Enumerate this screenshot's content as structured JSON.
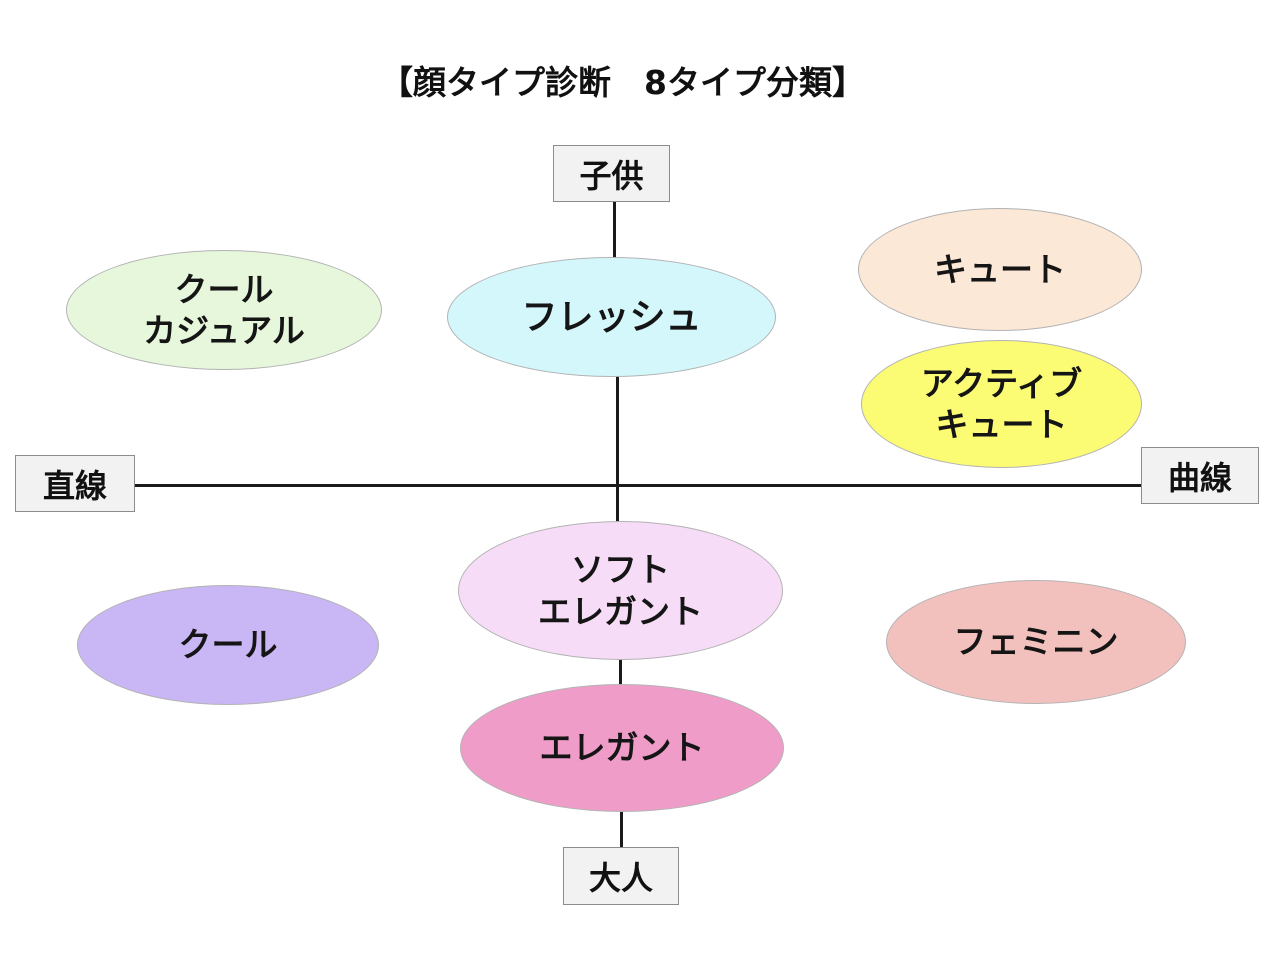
{
  "title": "【顔タイプ診断　8タイプ分類】",
  "axes": {
    "top": "子供",
    "bottom": "大人",
    "left": "直線",
    "right": "曲線"
  },
  "types": {
    "cool_casual": {
      "line1": "クール",
      "line2": "カジュアル",
      "color": "#e6f7dc"
    },
    "fresh": {
      "line1": "フレッシュ",
      "color": "#d3f7fb"
    },
    "cute": {
      "line1": "キュート",
      "color": "#fbe8d6"
    },
    "active_cute": {
      "line1": "アクティブ",
      "line2": "キュート",
      "color": "#fbfb74"
    },
    "soft_elegant": {
      "line1": "ソフト",
      "line2": "エレガント",
      "color": "#f7dcf8"
    },
    "cool": {
      "line1": "クール",
      "color": "#c9b6f4"
    },
    "feminine": {
      "line1": "フェミニン",
      "color": "#f3c1bd"
    },
    "elegant": {
      "line1": "エレガント",
      "color": "#f09cc8"
    }
  }
}
